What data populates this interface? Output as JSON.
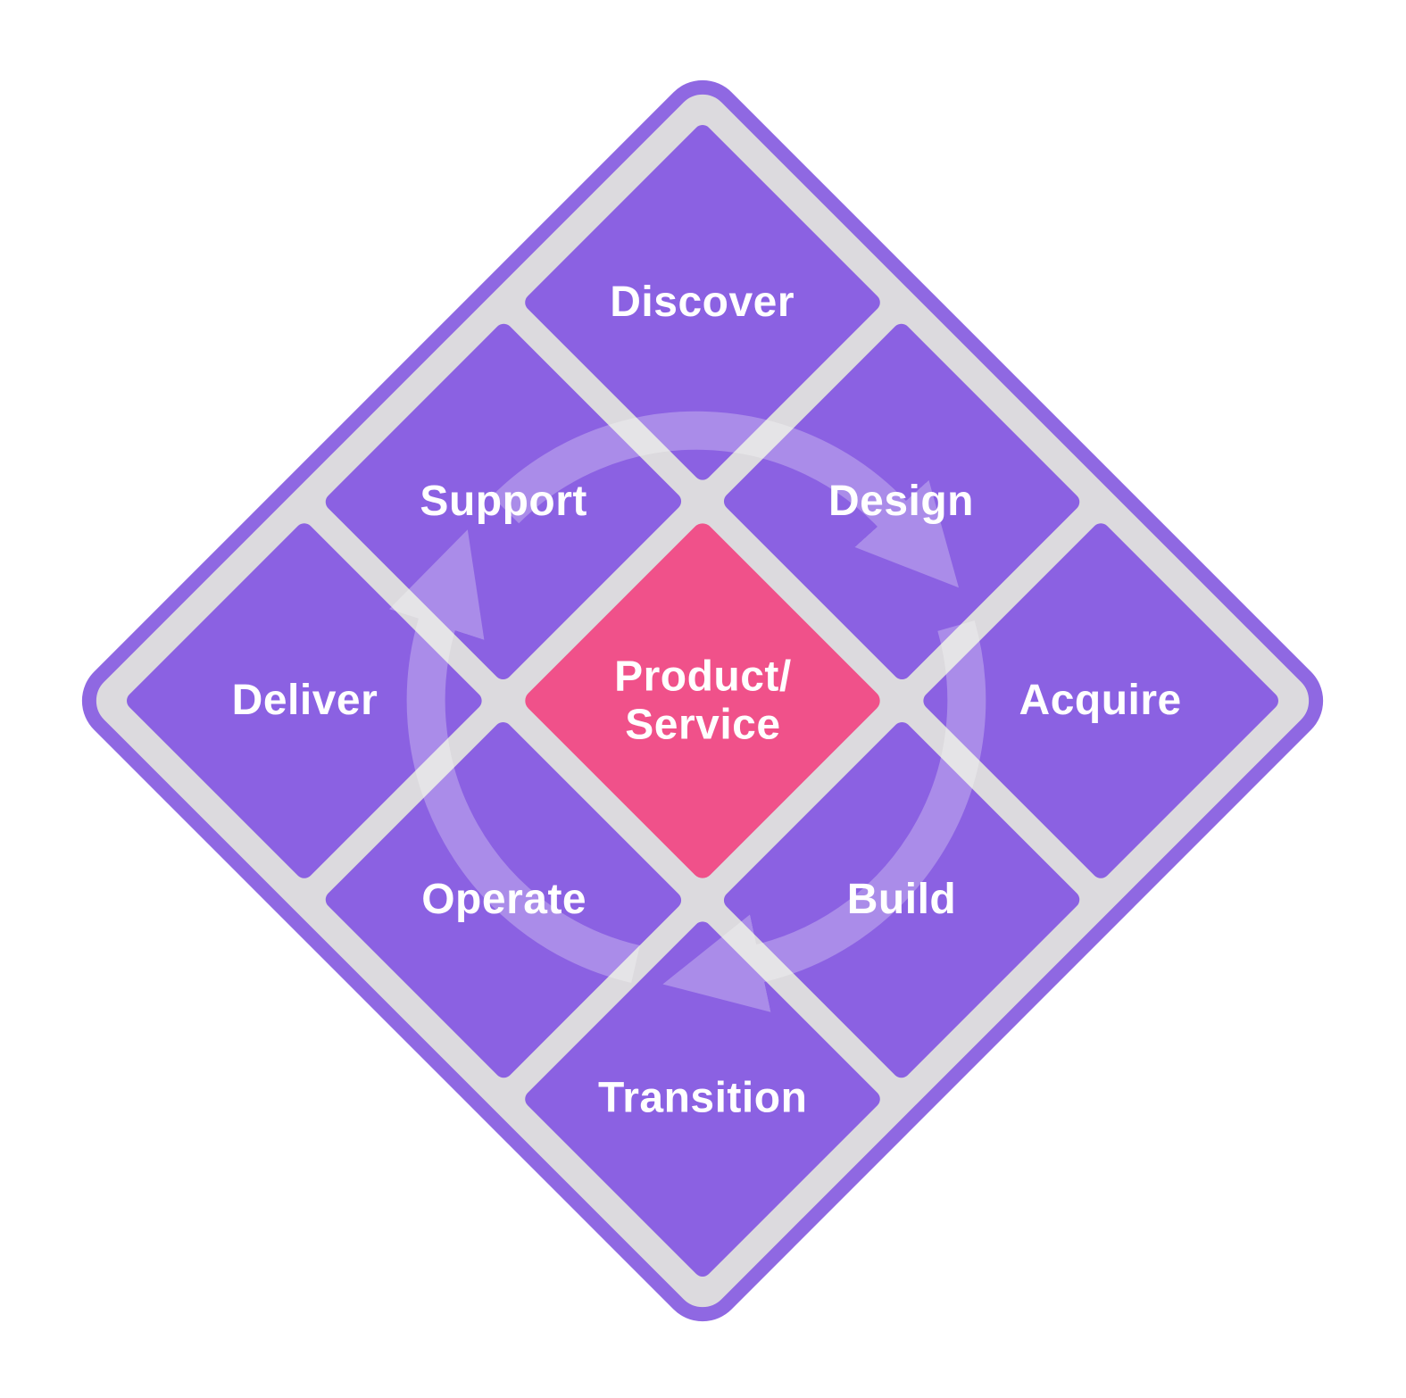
{
  "diagram": {
    "name": "product-service-lifecycle",
    "center_cell": {
      "label": "Product/Service",
      "label_lines": [
        "Product/",
        "Service"
      ]
    },
    "cells": [
      {
        "id": "discover",
        "label": "Discover",
        "position": "top"
      },
      {
        "id": "design",
        "label": "Design",
        "position": "upper-right"
      },
      {
        "id": "acquire",
        "label": "Acquire",
        "position": "right"
      },
      {
        "id": "support",
        "label": "Support",
        "position": "upper-left"
      },
      {
        "id": "product-service",
        "label": "Product/Service",
        "label_lines": [
          "Product/",
          "Service"
        ],
        "position": "center"
      },
      {
        "id": "build",
        "label": "Build",
        "position": "lower-right"
      },
      {
        "id": "deliver",
        "label": "Deliver",
        "position": "left"
      },
      {
        "id": "operate",
        "label": "Operate",
        "position": "lower-left"
      },
      {
        "id": "transition",
        "label": "Transition",
        "position": "bottom"
      }
    ],
    "cycle_arrow": {
      "direction": "clockwise",
      "segments": 3,
      "color": "#FFFFFF",
      "opacity": 0.27
    },
    "colors": {
      "background": "#FFFFFF",
      "outer_border": "#8F68E2",
      "frame_fill": "#DCDADE",
      "cell_fill": "#8B61E2",
      "center_fill": "#F0518A",
      "label_text": "#FFFFFF"
    }
  }
}
